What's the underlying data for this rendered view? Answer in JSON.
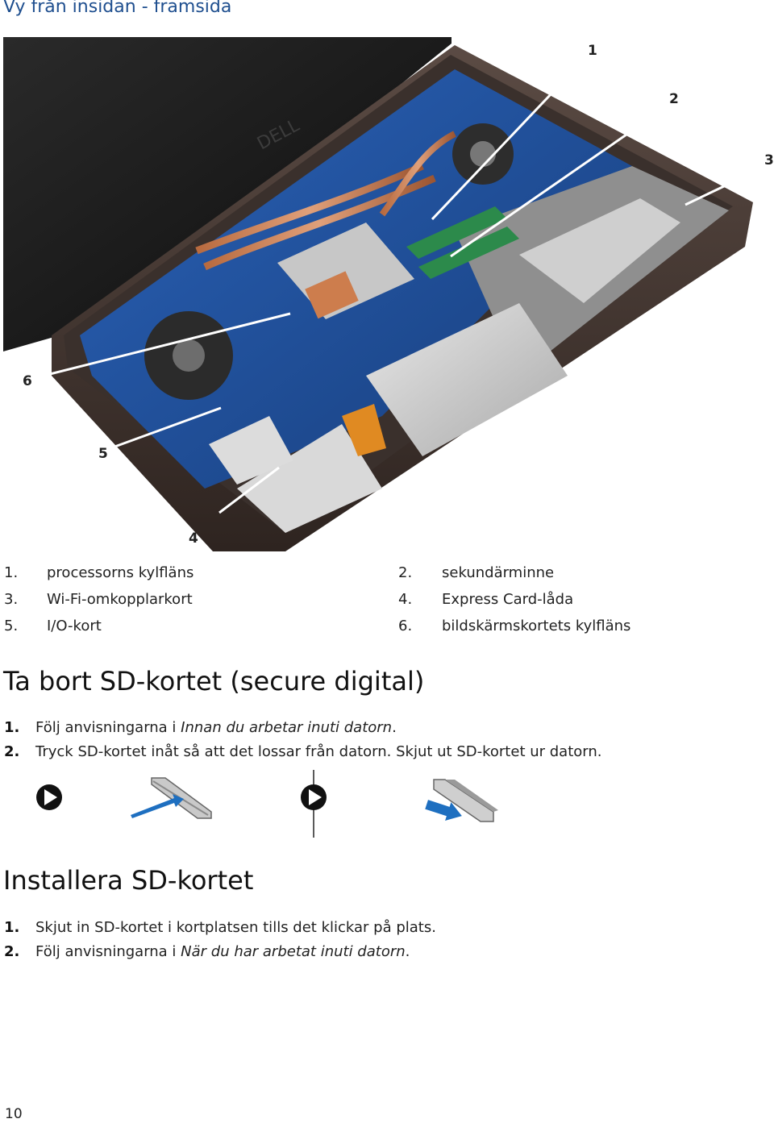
{
  "header": {
    "title": "Vy från insidan - framsida"
  },
  "figure": {
    "callouts": [
      "1",
      "2",
      "3",
      "4",
      "5",
      "6"
    ],
    "legend": [
      {
        "num": "1.",
        "text": "processorns kylfläns"
      },
      {
        "num": "2.",
        "text": "sekundärminne"
      },
      {
        "num": "3.",
        "text": "Wi-Fi-omkopplarkort"
      },
      {
        "num": "4.",
        "text": "Express Card-låda"
      },
      {
        "num": "5.",
        "text": "I/O-kort"
      },
      {
        "num": "6.",
        "text": "bildskärmskortets kylfläns"
      }
    ]
  },
  "remove": {
    "title": "Ta bort SD-kortet (secure digital)",
    "steps": [
      {
        "num": "1.",
        "pre": "Följ anvisningarna i ",
        "italic": "Innan du arbetar inuti datorn",
        "post": "."
      },
      {
        "num": "2.",
        "pre": "Tryck SD-kortet inåt så att det lossar från datorn. Skjut ut SD-kortet ur datorn.",
        "italic": "",
        "post": ""
      }
    ]
  },
  "install": {
    "title": "Installera SD-kortet",
    "steps": [
      {
        "num": "1.",
        "pre": "Skjut in SD-kortet i kortplatsen tills det klickar på plats.",
        "italic": "",
        "post": ""
      },
      {
        "num": "2.",
        "pre": "Följ anvisningarna i ",
        "italic": "När du har arbetat inuti datorn",
        "post": "."
      }
    ]
  },
  "colors": {
    "heading_blue": "#1f4f8f",
    "arrow_blue": "#1e6fc0",
    "callout_line": "#ffffff"
  },
  "footer": {
    "page_number": "10"
  }
}
